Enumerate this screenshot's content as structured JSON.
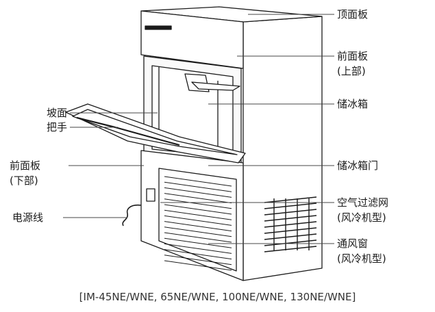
{
  "labels": {
    "top_panel": "顶面板",
    "front_panel_upper_l1": "前面板",
    "front_panel_upper_l2": "(上部)",
    "storage_bin": "储冰箱",
    "slope": "坡面",
    "handle": "把手",
    "front_panel_lower_l1": "前面板",
    "front_panel_lower_l2": "(下部)",
    "storage_bin_door": "储冰箱门",
    "power_cord": "电源线",
    "air_filter_l1": "空气过滤网",
    "air_filter_l2": "(风冷机型)",
    "louver_l1": "通风窗",
    "louver_l2": "(风冷机型)"
  },
  "caption": "[IM-45NE/WNE, 65NE/WNE, 100NE/WNE, 130NE/WNE]"
}
